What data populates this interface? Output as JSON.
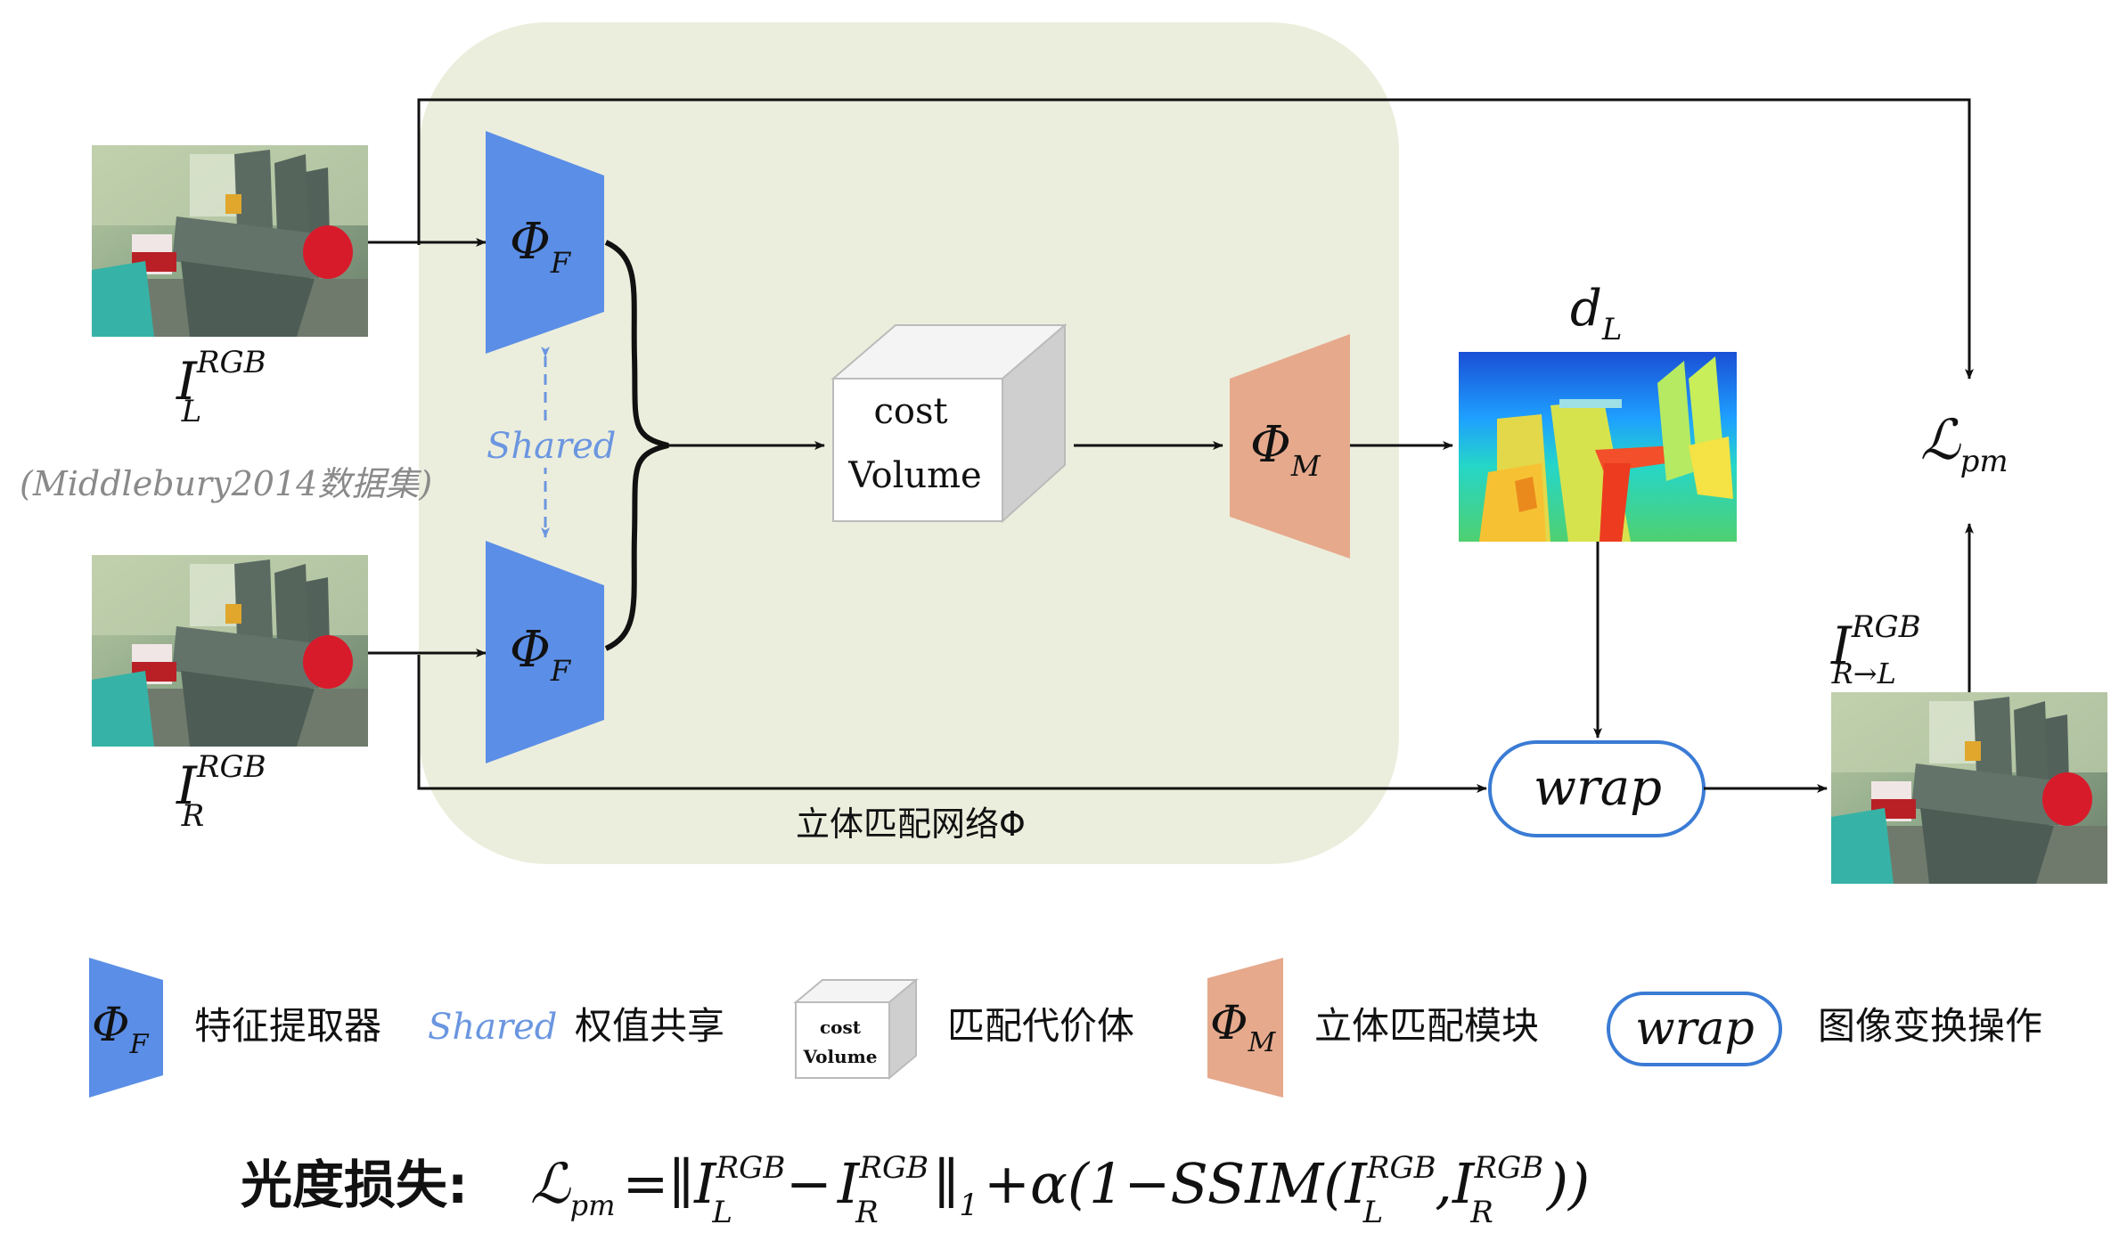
{
  "colors": {
    "shared_bg": "#eceedd",
    "extractor": "#5b8ee6",
    "matcher": "#e6a98c",
    "wrap_border": "#3a7bd5",
    "shared_text": "#6b96e0",
    "note_text": "#8a8a8a",
    "line": "#111111"
  },
  "inputs": {
    "left": {
      "base": "I",
      "sup": "RGB",
      "sub": "L",
      "image": "photo-chair-left"
    },
    "right": {
      "base": "I",
      "sup": "RGB",
      "sub": "R",
      "image": "photo-chair-right"
    }
  },
  "dataset_note": "(Middlebury2014数据集)",
  "network": {
    "extractor_symbol": "Φ",
    "extractor_sub": "F",
    "shared_label": "Shared",
    "cost_volume": {
      "line1": "cost",
      "line2": "Volume"
    },
    "matcher_symbol": "Φ",
    "matcher_sub": "M",
    "label": "立体匹配网络Φ"
  },
  "disparity": {
    "base": "d",
    "sub": "L",
    "image": "disparity-map"
  },
  "warp": {
    "label": "wrap"
  },
  "warped": {
    "base": "I",
    "sup": "RGB",
    "sub": "R→L",
    "image": "photo-chair-warped"
  },
  "loss_node": {
    "symbol": "ℒ",
    "sub": "pm"
  },
  "legend": {
    "extractor": "特征提取器",
    "shared_word": "Shared",
    "shared": "权值共享",
    "cost_line1": "cost",
    "cost_line2": "Volume",
    "cost": "匹配代价体",
    "matcher": "立体匹配模块",
    "wrap_word": "wrap",
    "wrap": "图像变换操作"
  },
  "formula": {
    "prefix": "光度损失:",
    "lhs_symbol": "ℒ",
    "lhs_sub": "pm",
    "body": {
      "eq": "=∥",
      "i1": "I",
      "i1_sup": "RGB",
      "i1_sub": "L",
      "minus": "−",
      "i2": "I",
      "i2_sup": "RGB",
      "i2_sub": "R",
      "norm": "∥",
      "norm_sub": "1",
      "plus_alpha": "+α(1−SSIM(",
      "i3": "I",
      "i3_sup": "RGB",
      "i3_sub": "L",
      "comma": ",",
      "i4": "I",
      "i4_sup": "RGB",
      "i4_sub": "R",
      "close": "))"
    }
  }
}
